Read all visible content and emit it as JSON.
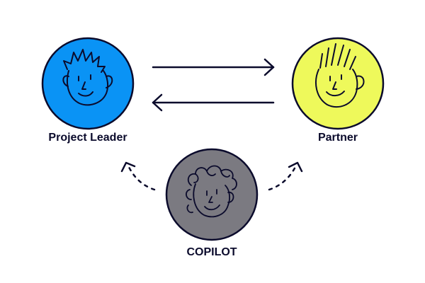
{
  "roles": {
    "leader": {
      "label": "Project Leader",
      "color": "#0a93f5"
    },
    "partner": {
      "label": "Partner",
      "color": "#eef95b"
    },
    "copilot": {
      "label": "COPILOT",
      "color": "#7b7a81"
    }
  },
  "colors": {
    "ink": "#0b0b2c",
    "background": "#ffffff"
  },
  "icons": [
    "avatar-leader-icon",
    "avatar-partner-icon",
    "avatar-copilot-icon",
    "arrow-right-icon",
    "arrow-left-icon",
    "dotted-arrow-icon"
  ]
}
